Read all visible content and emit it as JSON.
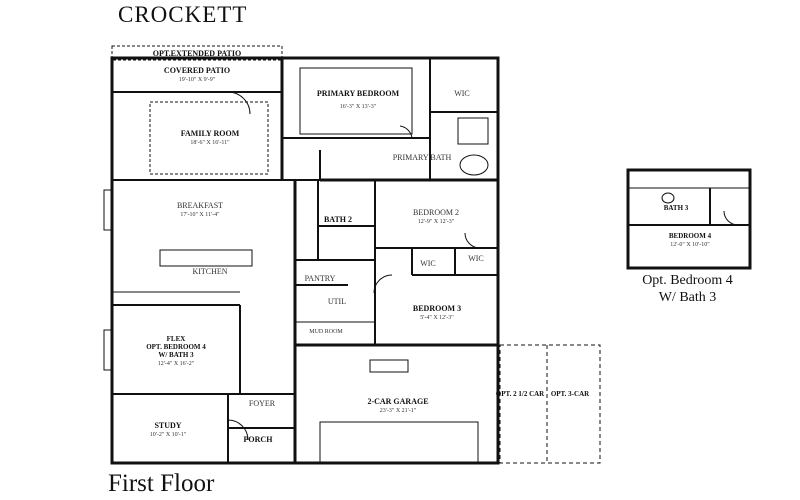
{
  "plan": {
    "title": "CROCKETT",
    "floor": "First Floor"
  },
  "rooms": {
    "opt_extended_patio": "OPT.EXTENDED PATIO",
    "covered_patio": "COVERED PATIO",
    "covered_patio_dim": "19'-10\" X 9'-9\"",
    "family_room": "FAMILY ROOM",
    "family_room_dim": "18'-6\" X 16'-11\"",
    "primary_bedroom": "PRIMARY BEDROOM",
    "primary_bedroom_dim": "16'-3\" X 13'-3\"",
    "wic": "WIC",
    "primary_bath": "PRIMARY BATH",
    "breakfast": "BREAKFAST",
    "breakfast_dim": "17'-10\" X 11'-4\"",
    "kitchen": "KITCHEN",
    "bath2": "BATH 2",
    "bedroom2": "BEDROOM 2",
    "bedroom2_dim": "12'-9\" X 12'-3\"",
    "wic2a": "WIC",
    "wic2b": "WIC",
    "pantry": "PANTRY",
    "util": "UTIL",
    "mud_room": "MUD ROOM",
    "bedroom3": "BEDROOM 3",
    "bedroom3_dim": "5'-4\" X 12'-3\"",
    "flex": "FLEX",
    "flex_opt": "OPT. BEDROOM 4",
    "flex_bath": "W/ BATH 3",
    "flex_dim": "12'-4\" X 16'-2\"",
    "foyer": "FOYER",
    "study": "STUDY",
    "study_dim": "10'-2\" X 10'-1\"",
    "porch": "PORCH",
    "garage": "2-CAR GARAGE",
    "garage_dim": "23'-3\" X 21'-1\"",
    "opt_25_car": "OPT. 2 1/2 CAR",
    "opt_3_car": "OPT. 3-CAR"
  },
  "inset": {
    "bath3": "BATH 3",
    "bedroom4": "BEDROOM 4",
    "bedroom4_dim": "12'-0\" X 10'-10\"",
    "label_line1": "Opt. Bedroom 4",
    "label_line2": "W/ Bath 3"
  }
}
